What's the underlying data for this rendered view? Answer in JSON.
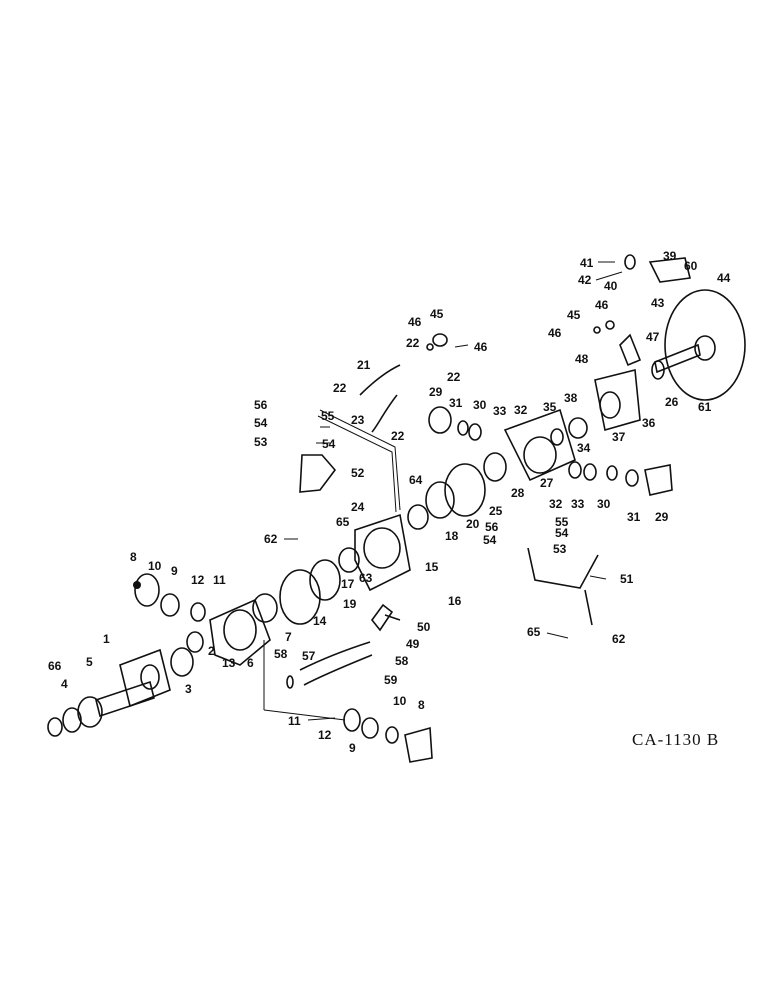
{
  "figure_code": "CA-1130 B",
  "callouts": [
    "1",
    "2",
    "3",
    "4",
    "5",
    "6",
    "7",
    "8",
    "9",
    "10",
    "11",
    "12",
    "13",
    "14",
    "15",
    "16",
    "17",
    "18",
    "19",
    "20",
    "21",
    "22",
    "23",
    "24",
    "25",
    "26",
    "27",
    "28",
    "29",
    "30",
    "31",
    "32",
    "33",
    "34",
    "35",
    "36",
    "37",
    "38",
    "39",
    "40",
    "41",
    "42",
    "43",
    "44",
    "45",
    "46",
    "47",
    "48",
    "49",
    "50",
    "51",
    "52",
    "53",
    "54",
    "55",
    "56",
    "57",
    "58",
    "59",
    "60",
    "61",
    "62",
    "63",
    "64",
    "65",
    "66"
  ]
}
